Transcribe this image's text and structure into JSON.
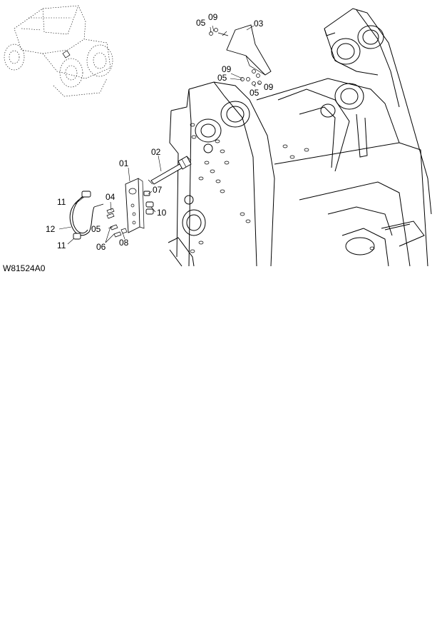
{
  "figure": {
    "reference_code": "W81524A0",
    "callouts": [
      {
        "id": "c01",
        "label": "01"
      },
      {
        "id": "c02",
        "label": "02"
      },
      {
        "id": "c03",
        "label": "03"
      },
      {
        "id": "c04",
        "label": "04"
      },
      {
        "id": "c05a",
        "label": "05"
      },
      {
        "id": "c05b",
        "label": "05"
      },
      {
        "id": "c05c",
        "label": "05"
      },
      {
        "id": "c05d",
        "label": "05"
      },
      {
        "id": "c06",
        "label": "06"
      },
      {
        "id": "c07",
        "label": "07"
      },
      {
        "id": "c08",
        "label": "08"
      },
      {
        "id": "c09a",
        "label": "09"
      },
      {
        "id": "c09b",
        "label": "09"
      },
      {
        "id": "c09c",
        "label": "09"
      },
      {
        "id": "c10",
        "label": "10"
      },
      {
        "id": "c11a",
        "label": "11"
      },
      {
        "id": "c11b",
        "label": "11"
      },
      {
        "id": "c12",
        "label": "12"
      }
    ]
  },
  "colors": {
    "line": "#000000",
    "background": "#ffffff"
  }
}
